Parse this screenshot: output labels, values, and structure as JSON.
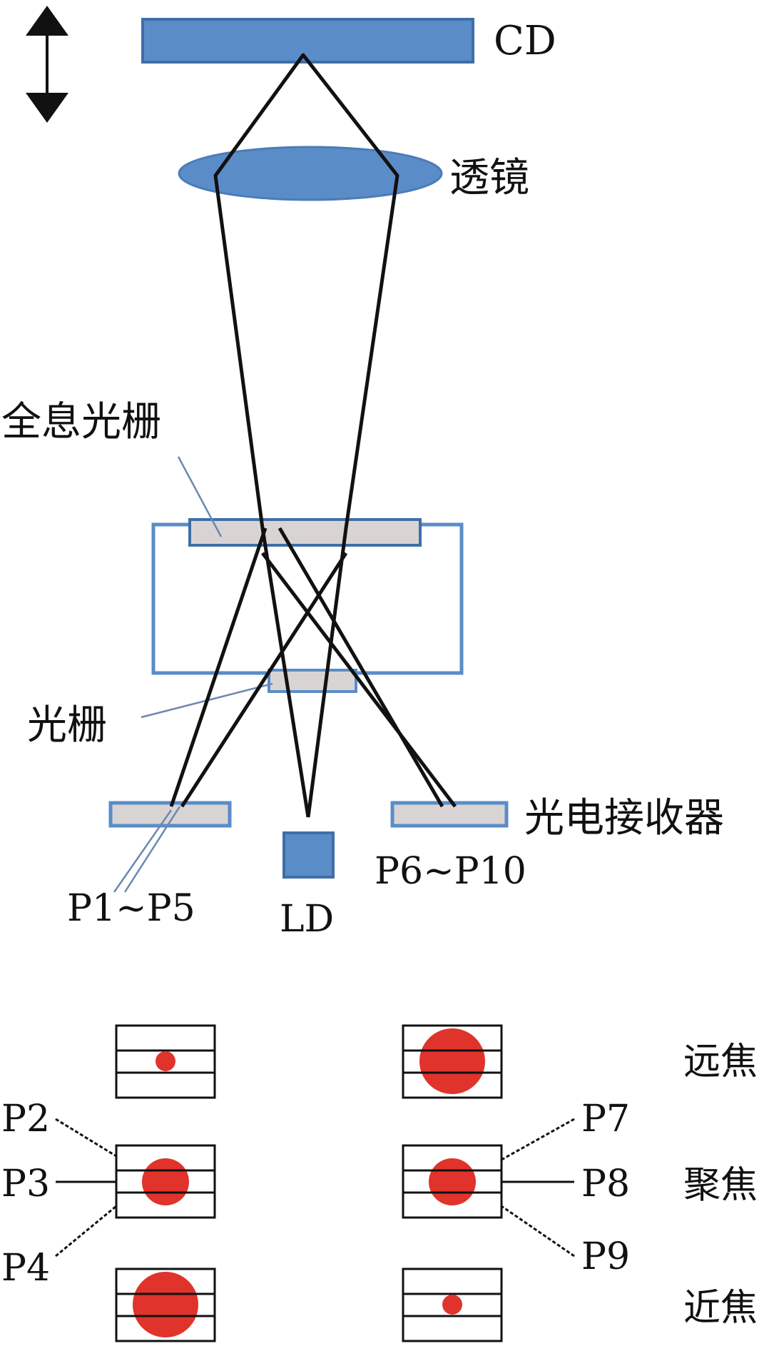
{
  "labels": {
    "cd": "CD",
    "lens": "透镜",
    "holographic_grating": "全息光栅",
    "grating": "光栅",
    "photodetector": "光电接收器",
    "p1_p5": "P1~P5",
    "ld": "LD",
    "p6_p10": "P6~P10"
  },
  "focus_states": {
    "far": "远焦",
    "in": "聚焦",
    "near": "近焦"
  },
  "probe_labels": {
    "p2": "P2",
    "p3": "P3",
    "p4": "P4",
    "p7": "P7",
    "p8": "P8",
    "p9": "P9"
  },
  "colors": {
    "component_fill": "#5a8dc8",
    "component_stroke": "#3f6ea8",
    "grating_fill": "#d9d4d4",
    "spot": "#e0332b",
    "beam": "#111111"
  }
}
